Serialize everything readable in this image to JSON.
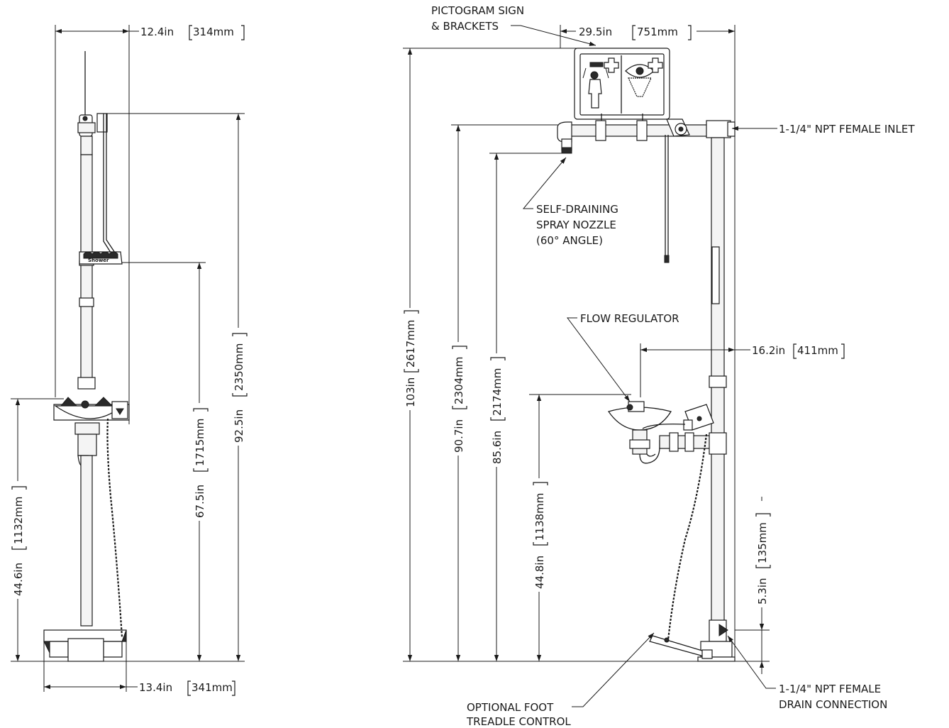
{
  "side_view": {
    "top_width": {
      "in": "12.4in",
      "mm": "314mm"
    },
    "base_width": {
      "in": "13.4in",
      "mm": "341mm"
    },
    "bowl_height": {
      "in": "44.6in",
      "mm": "1132mm"
    },
    "pull_handle_height": {
      "in": "67.5in",
      "mm": "1715mm"
    },
    "showerhead_height": {
      "in": "92.5in",
      "mm": "2350mm"
    },
    "pull_handle_text": "Shower"
  },
  "front_view": {
    "sign_width": {
      "in": "29.5in",
      "mm": "751mm"
    },
    "overall_height": {
      "in": "103in",
      "mm": "2617mm"
    },
    "inlet_height": {
      "in": "90.7in",
      "mm": "2304mm"
    },
    "nozzle_height": {
      "in": "85.6in",
      "mm": "2174mm"
    },
    "bowl_height": {
      "in": "44.8in",
      "mm": "1138mm"
    },
    "drain_height": {
      "in": "5.3in",
      "mm": "135mm"
    },
    "bowl_offset": {
      "in": "16.2in",
      "mm": "411mm"
    }
  },
  "callouts": {
    "pictogram_line1": "PICTOGRAM SIGN",
    "pictogram_line2": "& BRACKETS",
    "inlet": "1-1/4\" NPT FEMALE INLET",
    "nozzle_line1": "SELF-DRAINING",
    "nozzle_line2": "SPRAY NOZZLE",
    "nozzle_line3": "(60° ANGLE)",
    "flow_regulator": "FLOW REGULATOR",
    "drain_line1": "1-1/4\" NPT FEMALE",
    "drain_line2": "DRAIN CONNECTION",
    "treadle_line1": "OPTIONAL FOOT",
    "treadle_line2": "TREADLE CONTROL"
  }
}
